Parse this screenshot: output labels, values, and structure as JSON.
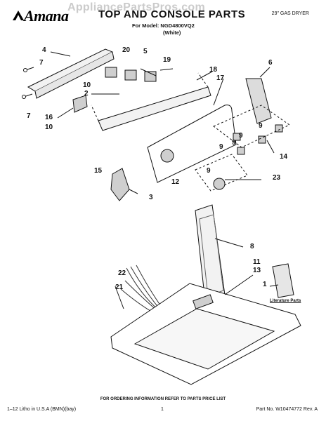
{
  "header": {
    "brand": "Amana",
    "title": "TOP AND CONSOLE PARTS",
    "model": "For Model: NGD4800VQ2",
    "color": "(White)",
    "dryer_type": "29\" GAS DRYER",
    "watermark": "AppliancePartsPros.com"
  },
  "callouts": [
    "4",
    "7",
    "20",
    "5",
    "19",
    "6",
    "18",
    "17",
    "10",
    "2",
    "7",
    "16",
    "10",
    "9",
    "9",
    "9",
    "9",
    "14",
    "15",
    "12",
    "9",
    "23",
    "3",
    "8",
    "11",
    "22",
    "13",
    "1",
    "21"
  ],
  "literature_label": "Literature Parts",
  "footer": {
    "note": "FOR ORDERING INFORMATION REFER TO PARTS PRICE LIST",
    "left": "1–12 Litho in U.S.A (BMN)(bay)",
    "page": "1",
    "part_no": "Part No. W10474772 Rev. A"
  },
  "colors": {
    "line": "#111111",
    "fill_light": "#f2f2f2",
    "fill_mid": "#cfcfcf",
    "watermark": "#a0a0a0"
  }
}
